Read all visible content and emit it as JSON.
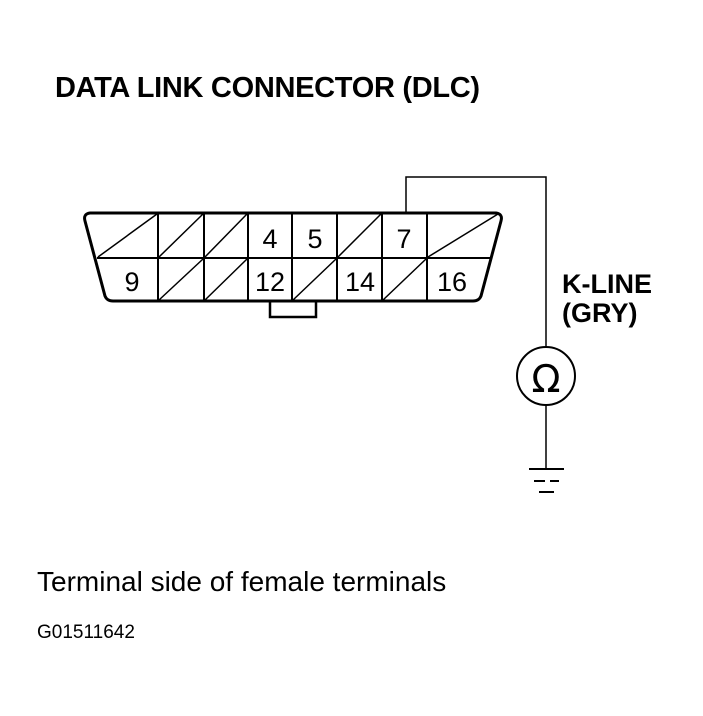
{
  "title": "DATA LINK CONNECTOR (DLC)",
  "connector": {
    "pins_top": [
      {
        "col": 0,
        "label": "",
        "unused": true
      },
      {
        "col": 1,
        "label": "",
        "unused": true
      },
      {
        "col": 2,
        "label": "",
        "unused": true
      },
      {
        "col": 3,
        "label": "4",
        "unused": false
      },
      {
        "col": 4,
        "label": "5",
        "unused": false
      },
      {
        "col": 5,
        "label": "",
        "unused": true
      },
      {
        "col": 6,
        "label": "7",
        "unused": false
      },
      {
        "col": 7,
        "label": "",
        "unused": true
      }
    ],
    "pins_bottom": [
      {
        "col": 0,
        "label": "9",
        "unused": false
      },
      {
        "col": 1,
        "label": "",
        "unused": true
      },
      {
        "col": 2,
        "label": "",
        "unused": true
      },
      {
        "col": 3,
        "label": "12",
        "unused": false
      },
      {
        "col": 4,
        "label": "",
        "unused": true
      },
      {
        "col": 5,
        "label": "14",
        "unused": false
      },
      {
        "col": 6,
        "label": "",
        "unused": true
      },
      {
        "col": 7,
        "label": "16",
        "unused": false
      }
    ]
  },
  "wire": {
    "label_line1": "K-LINE",
    "label_line2": "(GRY)",
    "from_pin": "7"
  },
  "meter": {
    "symbol": "Ω",
    "icon": "ohmmeter-icon"
  },
  "ground": {
    "icon": "ground-icon"
  },
  "caption": "Terminal side of female terminals",
  "figure_id": "G01511642"
}
